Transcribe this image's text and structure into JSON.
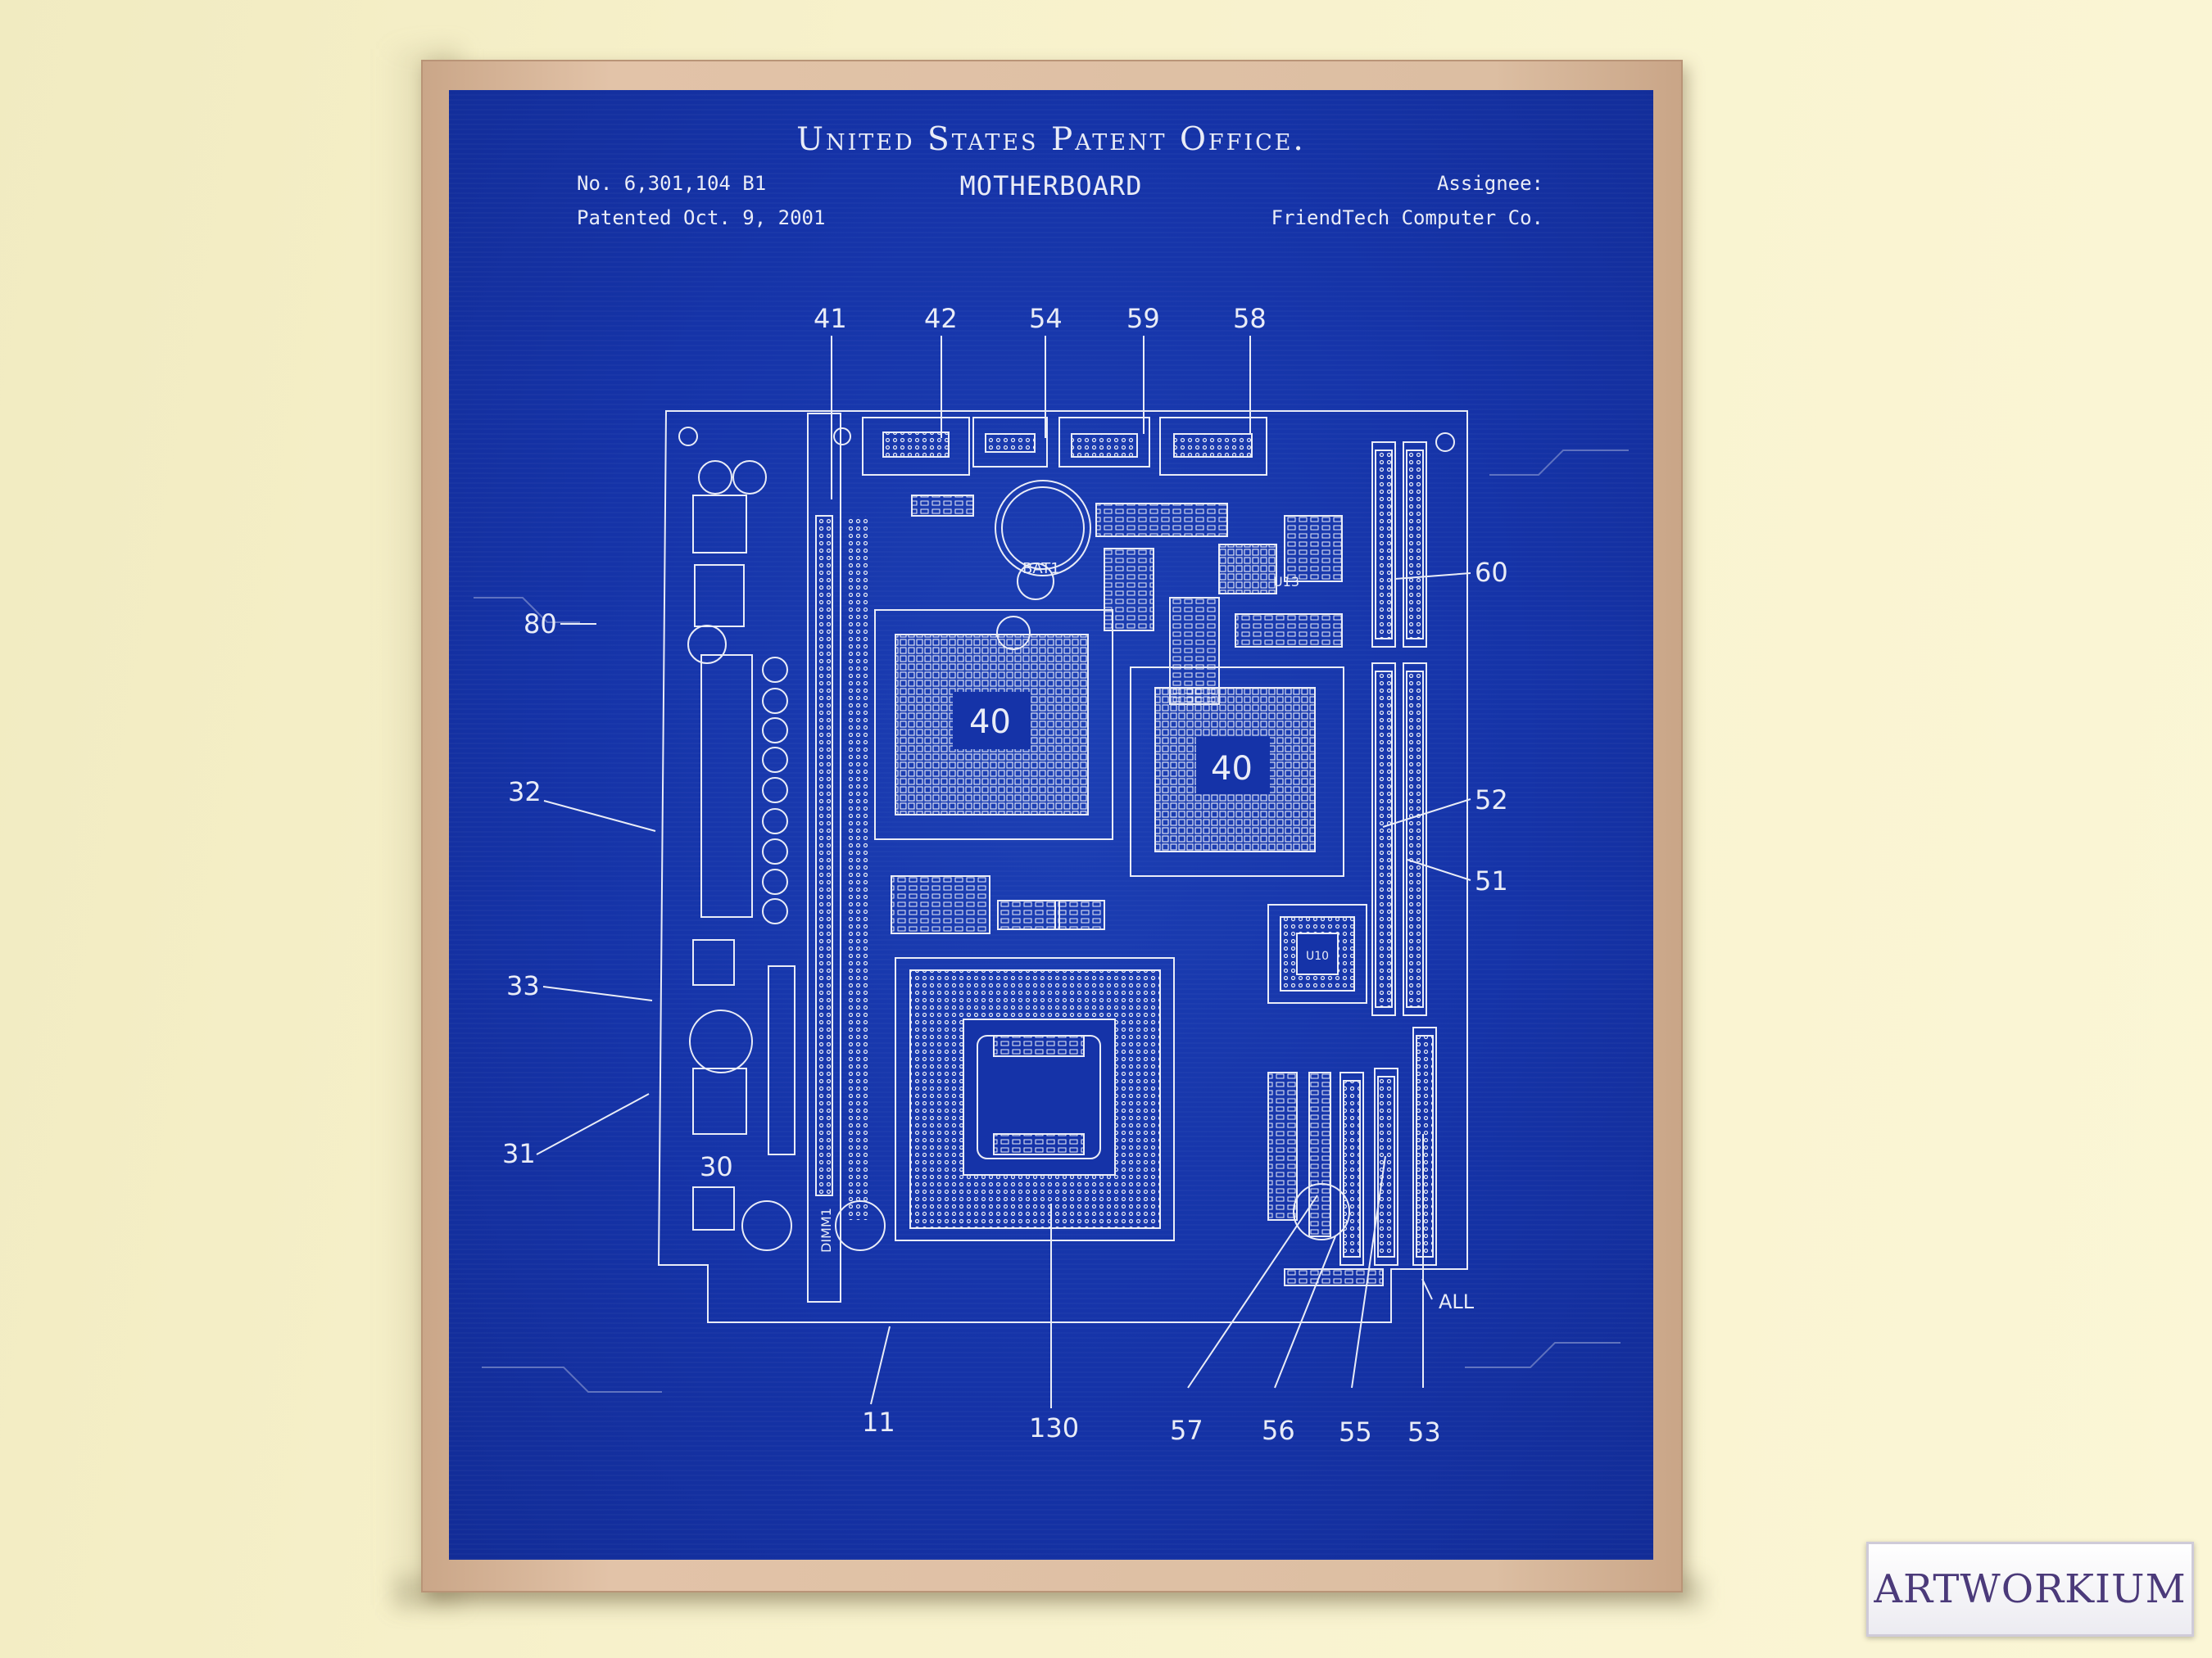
{
  "poster": {
    "title": "United States Patent Office.",
    "subject": "MOTHERBOARD",
    "patent_number": "No. 6,301,104 B1",
    "patent_date": "Patented Oct. 9, 2001",
    "assignee_label": "Assignee:",
    "assignee_name": "FriendTech Computer Co."
  },
  "callouts": {
    "c41": "41",
    "c42": "42",
    "c54": "54",
    "c59": "59",
    "c58": "58",
    "c60": "60",
    "c80": "80",
    "c32": "32",
    "c52": "52",
    "c51": "51",
    "c33": "33",
    "c31": "31",
    "c30": "30",
    "c11": "11",
    "c130": "130",
    "c57": "57",
    "c56": "56",
    "c55": "55",
    "c53": "53",
    "cAll": "ALL"
  },
  "chip_labels": {
    "chip_a": "40",
    "chip_b": "40",
    "battery": "BAT1",
    "u13": "U13",
    "u10": "U10",
    "dimm": "DIMM1"
  },
  "watermark": "ARTWORKIUM",
  "colors": {
    "blueprint": "#1533a8",
    "line": "#e9ecf7",
    "frame": "#dcbea2",
    "wall": "#f7f1cb"
  }
}
